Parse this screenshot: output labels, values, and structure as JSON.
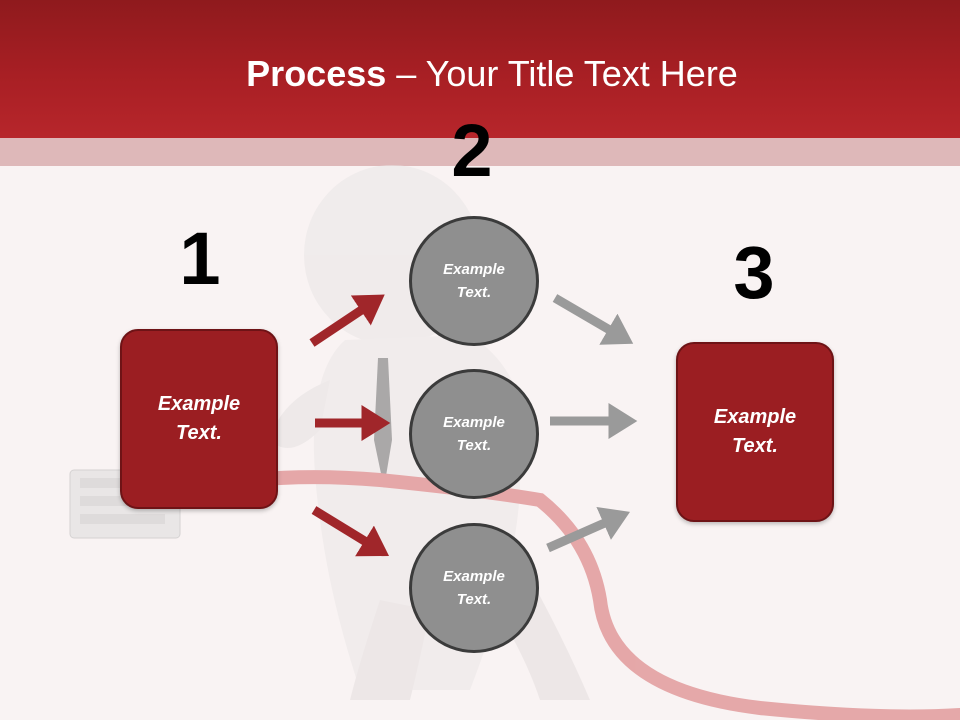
{
  "title": {
    "bold": "Process",
    "rest": " – Your Title Text Here"
  },
  "steps": [
    {
      "number": "1",
      "text": "Example\nText."
    },
    {
      "number": "2",
      "items": [
        "Example\nText.",
        "Example\nText.",
        "Example\nText."
      ]
    },
    {
      "number": "3",
      "text": "Example\nText."
    }
  ],
  "colors": {
    "header": "#a81f24",
    "box_fill": "#9b1e22",
    "circle_fill": "#8f8f8f",
    "red_arrow": "#a0262a",
    "gray_arrow": "#9a9a9a"
  }
}
